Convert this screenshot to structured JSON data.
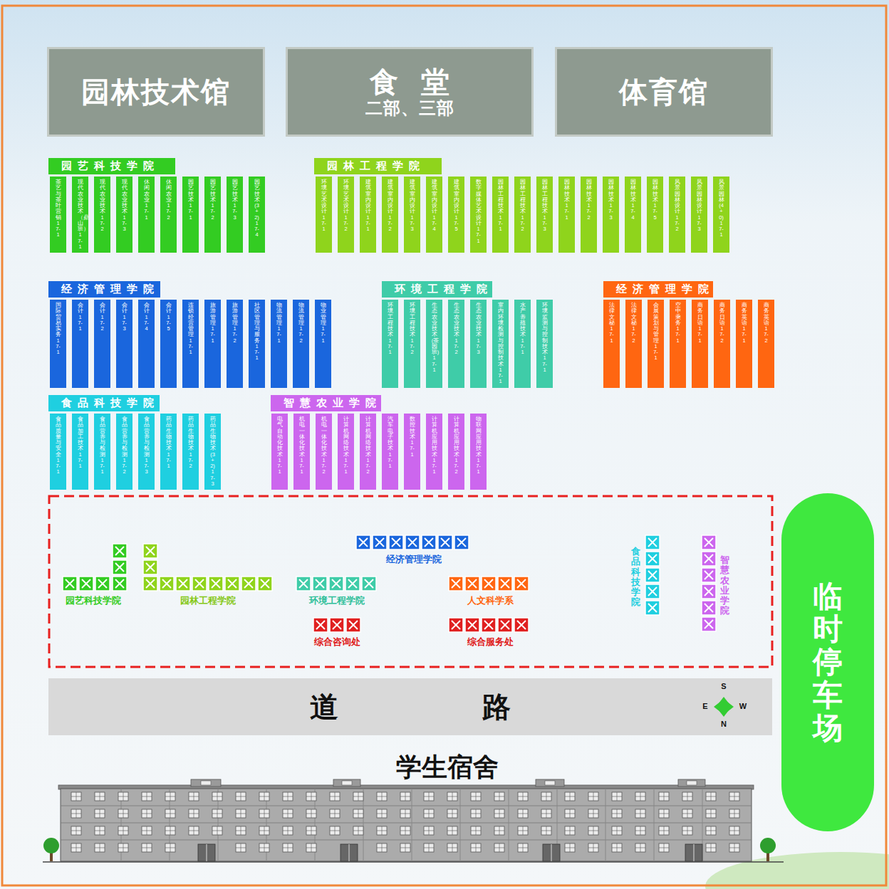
{
  "diagram": {
    "nodes": [
      {
        "text": [
          "园林技术馆"
        ]
      },
      {
        "text": [
          "食堂",
          "二部、三部"
        ]
      },
      {
        "text": [
          "体育馆"
        ]
      },
      {
        "text": [
          "园艺科技学院"
        ]
      },
      {
        "text": [
          "茶艺与茶叶营销17-1"
        ]
      },
      {
        "text": [
          "现代农业技术（鼎山班）17-1"
        ]
      },
      {
        "text": [
          "现代农业技术17-2"
        ]
      },
      {
        "text": [
          "现代农业技术17-3"
        ]
      },
      {
        "text": [
          "休闲农业17-1"
        ]
      },
      {
        "text": [
          "休闲农业17-2"
        ]
      },
      {
        "text": [
          "园艺技术17-1"
        ]
      },
      {
        "text": [
          "园艺技术17-2"
        ]
      },
      {
        "text": [
          "园艺技术17-3"
        ]
      },
      {
        "text": [
          "园艺技术(3+2)17-4"
        ]
      },
      {
        "text": [
          "园林工程学院"
        ]
      },
      {
        "text": [
          "环境艺术设计17-1"
        ]
      },
      {
        "text": [
          "环境艺术设计17-2"
        ]
      },
      {
        "text": [
          "建筑室内设计17-1"
        ]
      },
      {
        "text": [
          "建筑室内设计17-2"
        ]
      },
      {
        "text": [
          "建筑室内设计17-3"
        ]
      },
      {
        "text": [
          "建筑室内设计17-4"
        ]
      },
      {
        "text": [
          "建筑室内设计17-5"
        ]
      },
      {
        "text": [
          "数字媒体艺术设计17-1"
        ]
      },
      {
        "text": [
          "园林工程技术17-1"
        ]
      },
      {
        "text": [
          "园林工程技术17-2"
        ]
      },
      {
        "text": [
          "园林工程技术17-3"
        ]
      },
      {
        "text": [
          "园林技术17-1"
        ]
      },
      {
        "text": [
          "园林技术17-2"
        ]
      },
      {
        "text": [
          "园林技术17-3"
        ]
      },
      {
        "text": [
          "园林技术17-4"
        ]
      },
      {
        "text": [
          "园林技术17-5"
        ]
      },
      {
        "text": [
          "风景园林设计17-2"
        ]
      },
      {
        "text": [
          "风景园林设计17-3"
        ]
      },
      {
        "text": [
          "风景园林(4+0)17-1"
        ]
      },
      {
        "text": [
          "经济管理学院"
        ]
      },
      {
        "text": [
          "国际贸易实务17-1"
        ]
      },
      {
        "text": [
          "会计17-1"
        ]
      },
      {
        "text": [
          "会计17-2"
        ]
      },
      {
        "text": [
          "会计17-3"
        ]
      },
      {
        "text": [
          "会计17-4"
        ]
      },
      {
        "text": [
          "会计17-5"
        ]
      },
      {
        "text": [
          "连锁经营管理17-1"
        ]
      },
      {
        "text": [
          "旅游管理17-1"
        ]
      },
      {
        "text": [
          "旅游管理17-2"
        ]
      },
      {
        "text": [
          "社区管理与服务17-1"
        ]
      },
      {
        "text": [
          "物流管理17-1"
        ]
      },
      {
        "text": [
          "物流管理17-2"
        ]
      },
      {
        "text": [
          "物业管理17-1"
        ]
      },
      {
        "text": [
          "环境工程学院"
        ]
      },
      {
        "text": [
          "环境工程技术17-1"
        ]
      },
      {
        "text": [
          "环境工程技术17-2"
        ]
      },
      {
        "text": [
          "生态农业技术(茶园班)17-1"
        ]
      },
      {
        "text": [
          "生态农业技术17-2"
        ]
      },
      {
        "text": [
          "生态农业技术17-3"
        ]
      },
      {
        "text": [
          "室内环境检测与控制技术17-1"
        ]
      },
      {
        "text": [
          "水产养殖技术17-1"
        ]
      },
      {
        "text": [
          "环境监测与控制技术17-1"
        ]
      },
      {
        "text": [
          "经济管理学院"
        ]
      },
      {
        "text": [
          "法律文秘17-1"
        ]
      },
      {
        "text": [
          "法律文秘17-2"
        ]
      },
      {
        "text": [
          "会展策划与管理17-1"
        ]
      },
      {
        "text": [
          "空中乘务17-1"
        ]
      },
      {
        "text": [
          "商务日语17-1"
        ]
      },
      {
        "text": [
          "商务日语17-2"
        ]
      },
      {
        "text": [
          "商务英语17-1"
        ]
      },
      {
        "text": [
          "商务英语17-2"
        ]
      },
      {
        "text": [
          "食品科技学院"
        ]
      },
      {
        "text": [
          "食品质量与安全17-1"
        ]
      },
      {
        "text": [
          "食品加工技术17-1"
        ]
      },
      {
        "text": [
          "食品营养与检测17-1"
        ]
      },
      {
        "text": [
          "食品营养与检测17-2"
        ]
      },
      {
        "text": [
          "食品营养与检测17-3"
        ]
      },
      {
        "text": [
          "药品生物技术17-1"
        ]
      },
      {
        "text": [
          "药品生物技术17-2"
        ]
      },
      {
        "text": [
          "药品生物技术(3+2)17-3"
        ]
      },
      {
        "text": [
          "智慧农业学院"
        ]
      },
      {
        "text": [
          "电气自动化技术17-1"
        ]
      },
      {
        "text": [
          "机电一体化技术17-1"
        ]
      },
      {
        "text": [
          "机电一体化技术17-2"
        ]
      },
      {
        "text": [
          "计算机网络技术17-1"
        ]
      },
      {
        "text": [
          "计算机网络技术17-2"
        ]
      },
      {
        "text": [
          "汽车电子技术17-1"
        ]
      },
      {
        "text": [
          "数控技术17-1"
        ]
      },
      {
        "text": [
          "计算机应用技术17-1"
        ]
      },
      {
        "text": [
          "计算机应用技术17-2"
        ]
      },
      {
        "text": [
          "物联网应用技术17-1"
        ]
      },
      {
        "text": [
          "道 路"
        ]
      },
      {
        "text": [
          "临时停车场"
        ]
      }
    ],
    "labels": [
      "经济管理学院",
      "园艺科技学院",
      "园林工程学院",
      "环境工程学院",
      "人文科学系",
      "食品科技学院",
      "智慧农业学院",
      "综合咨询处",
      "综合服务处",
      "S",
      "E",
      "W",
      "N",
      "学生宿舍"
    ]
  }
}
